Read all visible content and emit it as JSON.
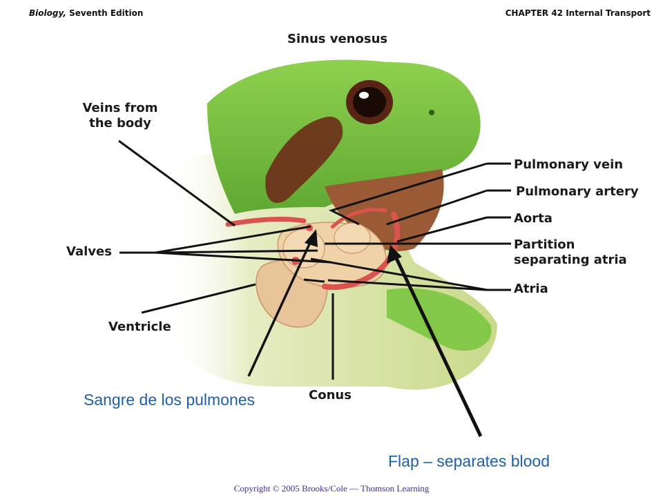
{
  "header": {
    "book_title": "Biology,",
    "book_edition": " Seventh Edition",
    "chapter": "CHAPTER 42 Internal Transport"
  },
  "labels": {
    "sinus_venosus": "Sinus venosus",
    "veins_from_body_line1": "Veins from",
    "veins_from_body_line2": "the body",
    "valves": "Valves",
    "ventricle": "Ventricle",
    "conus": "Conus",
    "pulmonary_vein": "Pulmonary vein",
    "pulmonary_artery": "Pulmonary artery",
    "aorta": "Aorta",
    "partition_line1": "Partition",
    "partition_line2": "separating atria",
    "atria": "Atria"
  },
  "annotations": {
    "blood_from_lungs": "Sangre de los pulmones",
    "flap_separates": "Flap – separates blood"
  },
  "footer": {
    "copyright": "Copyright © 2005 Brooks/Cole — Thomson Learning"
  },
  "colors": {
    "frog_green": "#7cc242",
    "throat_brown": "#9a5a35",
    "heart_tan": "#e8c49a",
    "vessel_red": "#d9534f",
    "annotation_blue": "#1f5fa6"
  }
}
